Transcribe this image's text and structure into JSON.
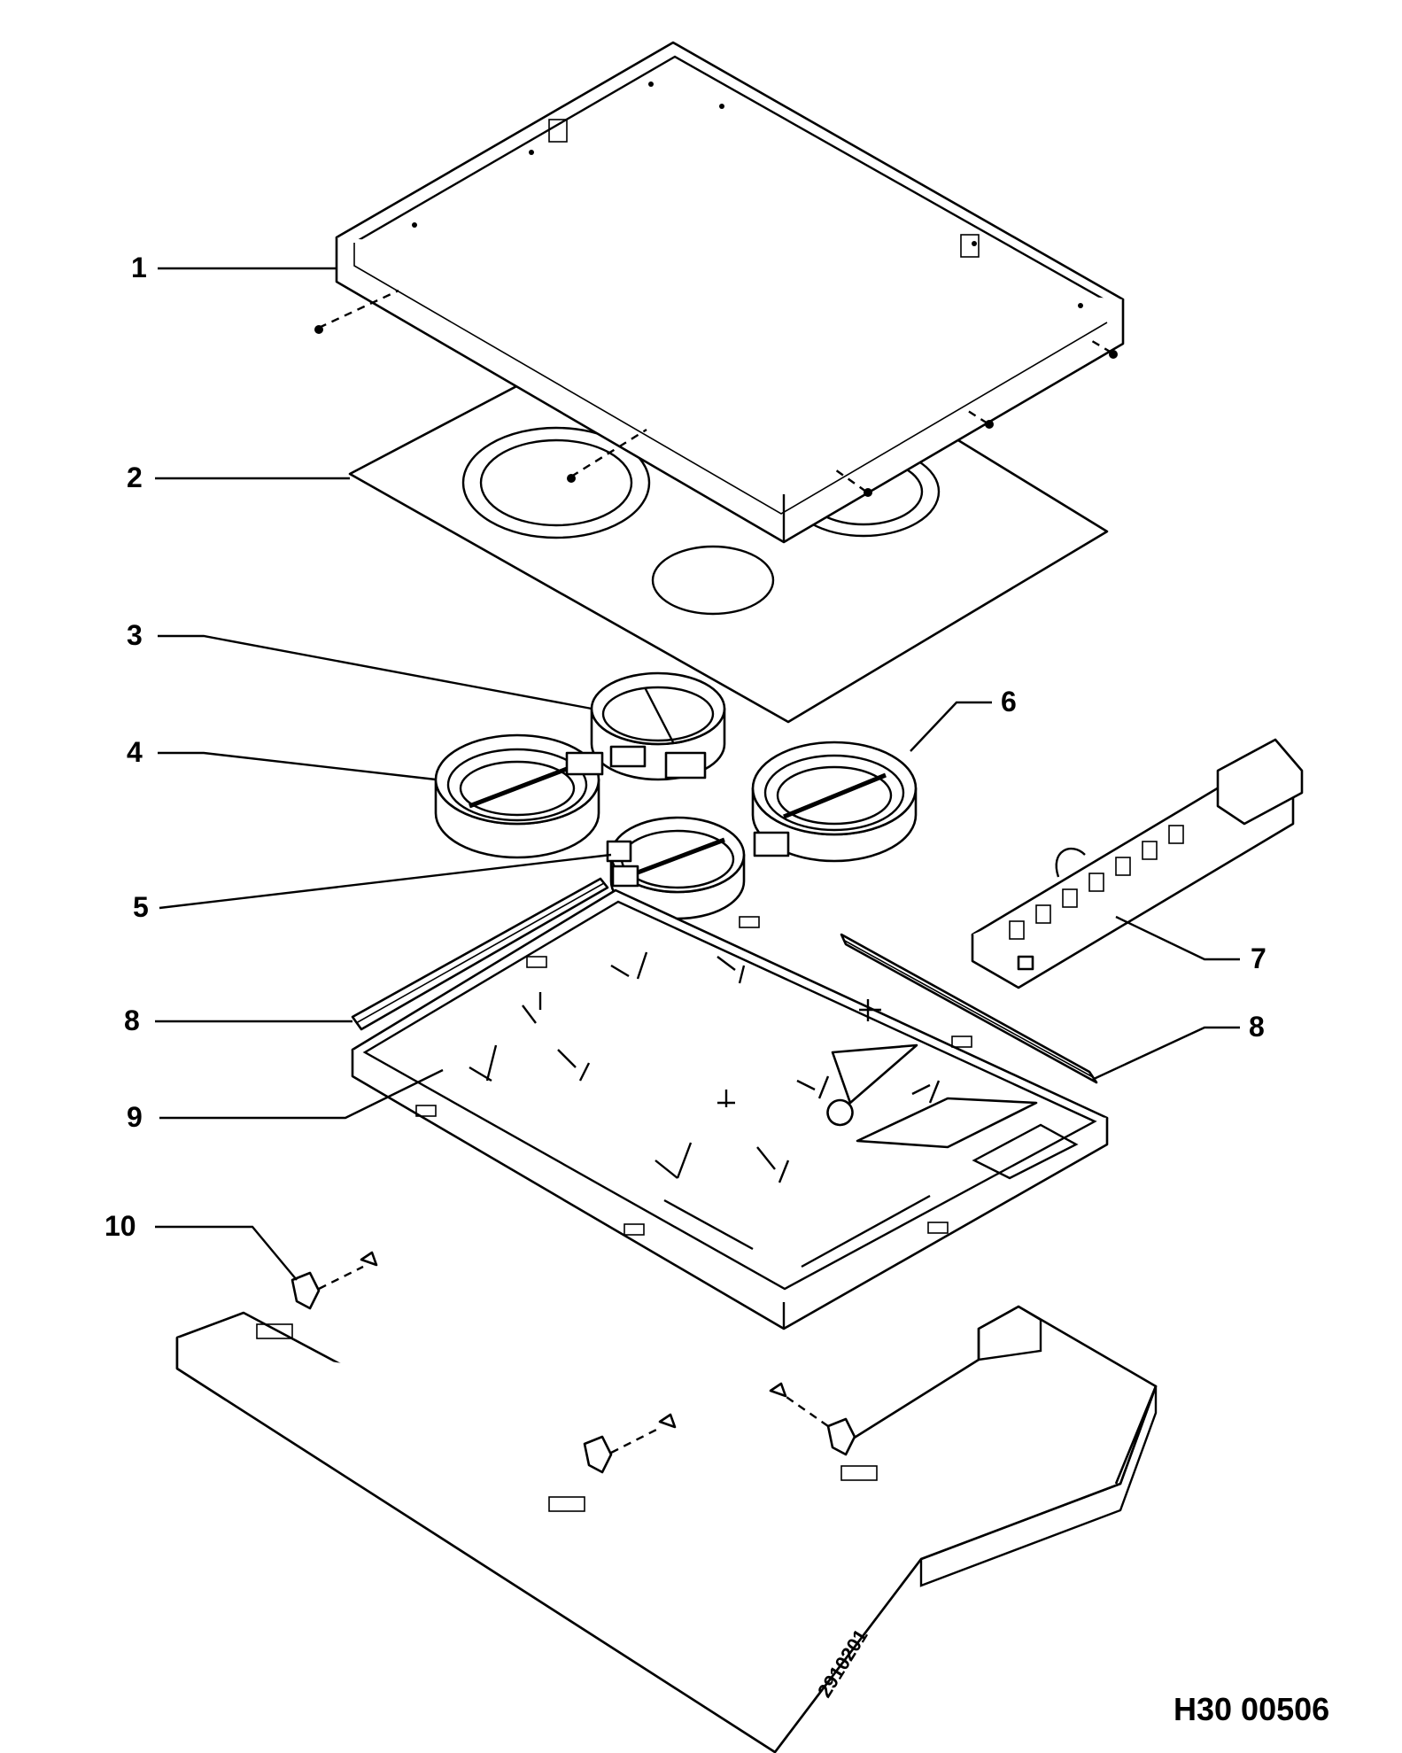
{
  "callouts": [
    {
      "id": "1",
      "text": "1"
    },
    {
      "id": "2",
      "text": "2"
    },
    {
      "id": "3",
      "text": "3"
    },
    {
      "id": "4",
      "text": "4"
    },
    {
      "id": "5",
      "text": "5"
    },
    {
      "id": "6",
      "text": "6"
    },
    {
      "id": "7",
      "text": "7"
    },
    {
      "id": "8a",
      "text": "8"
    },
    {
      "id": "8b",
      "text": "8"
    },
    {
      "id": "9",
      "text": "9"
    },
    {
      "id": "10",
      "text": "10"
    }
  ],
  "drawing_code": "H30 00506",
  "stamp": "2910201"
}
